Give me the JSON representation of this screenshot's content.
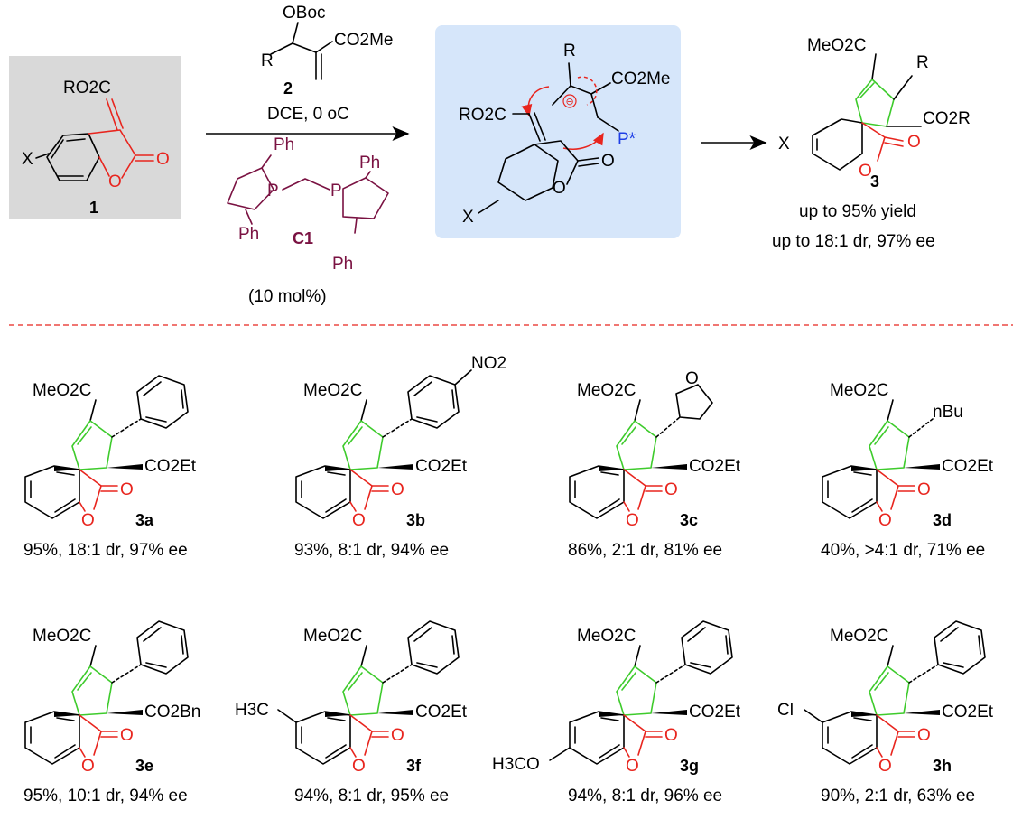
{
  "colors": {
    "red": "#e8251e",
    "green": "#3ecb2c",
    "blue": "#1f3fe6",
    "maroon": "#7a1242",
    "grey_box": "#d9d9d9",
    "blue_box": "#d6e6fa",
    "divider": "#e8251e"
  },
  "scheme": {
    "substrate1": {
      "ester": "RO2C",
      "x": "X",
      "o_ring": "O",
      "o_carbonyl": "O",
      "label": "1"
    },
    "reagent2": {
      "oboc": "OBoc",
      "r": "R",
      "ester": "CO2Me",
      "label": "2"
    },
    "conditions": {
      "solvent": "DCE, 0 oC"
    },
    "catalyst": {
      "ph": "Ph",
      "p": "P",
      "label": "C1",
      "loading": "(10 mol%)"
    },
    "intermediate": {
      "r": "R",
      "ester_right": "CO2Me",
      "ester_left": "RO2C",
      "anion": "⊖",
      "p_star": "P*",
      "o_ring": "O",
      "o_carbonyl": "O",
      "x": "X"
    },
    "product3": {
      "ester_top": "MeO2C",
      "r": "R",
      "ester": "CO2R",
      "x": "X",
      "o_ring": "O",
      "o_carbonyl": "O",
      "label": "3",
      "yield": "up to 95% yield",
      "selectivity": "up to 18:1 dr, 97% ee"
    }
  },
  "products": [
    {
      "label": "3a",
      "result": "95%, 18:1 dr, 97% ee",
      "substituent": "phenyl",
      "ester": "CO2Et",
      "ring_sub": ""
    },
    {
      "label": "3b",
      "result": "93%, 8:1 dr, 94% ee",
      "substituent": "4-nitrophenyl",
      "nitro": "NO2",
      "ester": "CO2Et",
      "ring_sub": ""
    },
    {
      "label": "3c",
      "result": "86%, 2:1 dr, 81% ee",
      "substituent": "2-furyl",
      "furan_o": "O",
      "ester": "CO2Et",
      "ring_sub": ""
    },
    {
      "label": "3d",
      "result": "40%, >4:1 dr, 71% ee",
      "substituent": "nBu",
      "nbu": "nBu",
      "ester": "CO2Et",
      "ring_sub": ""
    },
    {
      "label": "3e",
      "result": "95%, 10:1 dr, 94% ee",
      "substituent": "phenyl",
      "ester": "CO2Bn",
      "ring_sub": ""
    },
    {
      "label": "3f",
      "result": "94%, 8:1 dr, 95% ee",
      "substituent": "phenyl",
      "ester": "CO2Et",
      "ring_sub": "H3C"
    },
    {
      "label": "3g",
      "result": "94%, 8:1 dr, 96% ee",
      "substituent": "phenyl",
      "ester": "CO2Et",
      "ring_sub": "H3CO"
    },
    {
      "label": "3h",
      "result": "90%, 2:1 dr, 63% ee",
      "substituent": "phenyl",
      "ester": "CO2Et",
      "ring_sub": "Cl"
    }
  ],
  "common": {
    "ester_top": "MeO2C",
    "o": "O"
  }
}
